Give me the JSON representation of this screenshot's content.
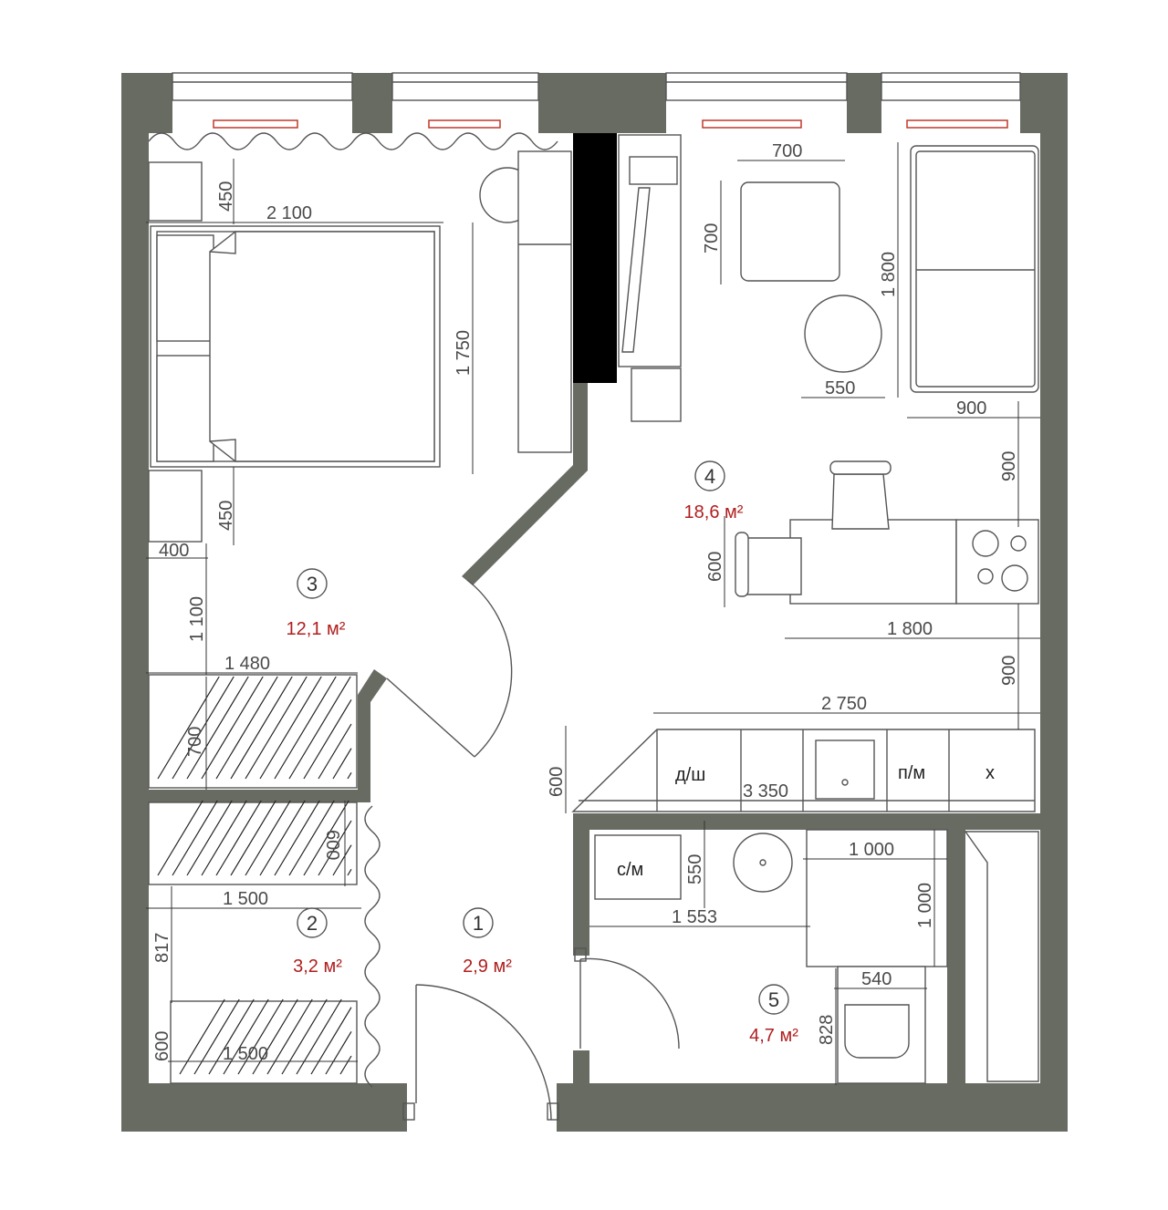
{
  "colors": {
    "wall": "#676b61",
    "area_text": "#b01e1e",
    "radiator": "#c0392b",
    "partition": "#000000"
  },
  "rooms": [
    {
      "number": "1",
      "area": "2,9 м²"
    },
    {
      "number": "2",
      "area": "3,2 м²"
    },
    {
      "number": "3",
      "area": "12,1 м²"
    },
    {
      "number": "4",
      "area": "18,6 м²"
    },
    {
      "number": "5",
      "area": "4,7 м²"
    }
  ],
  "appliance_labels": {
    "dishwasher": "д/ш",
    "microwave": "п/м",
    "fridge": "х",
    "washer": "с/м"
  },
  "dimensions": {
    "d450_top": "450",
    "d2100": "2 100",
    "d1750": "1 750",
    "d450_bottom": "450",
    "d400": "400",
    "d1100": "1 100",
    "d1480": "1 480",
    "d700_wardrobe": "700",
    "d600_wardrobe": "600",
    "d1500_a": "1 500",
    "d817": "817",
    "d600_low": "600",
    "d1500_b": "1 500",
    "d700_w": "700",
    "d700_h": "700",
    "d550_table": "550",
    "d1800_sofa": "1 800",
    "d900_sofa": "900",
    "d900_right": "900",
    "d600_table": "600",
    "d1800_table": "1 800",
    "d900_right2": "900",
    "d2750": "2 750",
    "d600_kitchen": "600",
    "d3350": "3 350",
    "d550_sink": "550",
    "d1553": "1 553",
    "d1000_w": "1 000",
    "d1000_h": "1 000",
    "d540": "540",
    "d828": "828"
  }
}
